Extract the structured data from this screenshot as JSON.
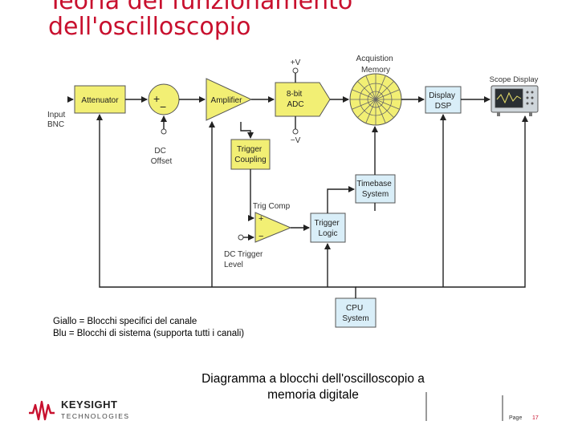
{
  "slide": {
    "title_line1": "Teoria del funzionamento",
    "title_line2": "dell'oscilloscopio"
  },
  "diagram": {
    "input_label": [
      "Input",
      "BNC"
    ],
    "attenuator": "Attenuator",
    "summer_plus": "+",
    "summer_minus": "−",
    "dc_offset": [
      "DC",
      "Offset"
    ],
    "amplifier": "Amplifier",
    "adc": [
      "8-bit",
      "ADC"
    ],
    "plus_v": "+V",
    "minus_v": "−V",
    "acquisition_memory": [
      "Acquistion",
      "Memory"
    ],
    "display_dsp": [
      "Display",
      "DSP"
    ],
    "scope_display": "Scope Display",
    "trigger_coupling": [
      "Trigger",
      "Coupling"
    ],
    "trig_comp": "Trig Comp",
    "comp_plus": "+",
    "comp_minus": "−",
    "dc_trigger_level": [
      "DC Trigger",
      "Level"
    ],
    "trigger_logic": [
      "Trigger",
      "Logic"
    ],
    "timebase_system": [
      "Timebase",
      "System"
    ],
    "cpu_system": [
      "CPU",
      "System"
    ],
    "colors": {
      "channel_block": "#f2ef74",
      "system_block": "#d9eef8",
      "line": "#222222"
    }
  },
  "legend": {
    "yellow": "Giallo = Blocchi specifici del canale",
    "blue": "Blu = Blocchi di sistema (supporta tutti i canali)"
  },
  "caption": {
    "line1": "Diagramma a blocchi dell'oscilloscopio a",
    "line2": "memoria digitale"
  },
  "footer": {
    "logo_name": "KEYSIGHT",
    "logo_sub": "TECHNOLOGIES",
    "page_label": "Page",
    "page_number": "17",
    "logo_icon": "keysight-wave-icon"
  }
}
